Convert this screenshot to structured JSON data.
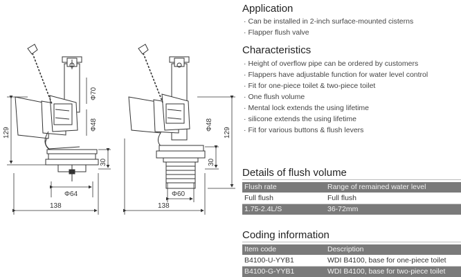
{
  "application": {
    "heading": "Application",
    "items": [
      "Can be installed in 2-inch surface-mounted cisterns",
      "Flapper flush valve"
    ]
  },
  "characteristics": {
    "heading": "Characteristics",
    "items": [
      "Height of overflow pipe can be ordered by customers",
      "Flappers have adjustable function for water level control",
      "Fit for one-piece toilet & two-piece toilet",
      "One flush volume",
      "Mental lock extends the using lifetime",
      "silicone extends the using lifetime",
      "Fit for various buttons & flush levers"
    ]
  },
  "flush_volume": {
    "heading": "Details of flush volume",
    "columns": [
      "Flush rate",
      "Range of remained water level"
    ],
    "rows": [
      [
        "Full flush",
        "Full flush"
      ],
      [
        "1.75-2.4L/S",
        "36-72mm"
      ]
    ]
  },
  "coding": {
    "heading": "Coding information",
    "columns": [
      "Item code",
      "Description"
    ],
    "rows": [
      [
        "B4100-U-YYB1",
        "WDI B4100, base for one-piece toilet"
      ],
      [
        "B4100-G-YYB1",
        "WDI B4100, base for two-piece toilet"
      ]
    ]
  },
  "drawing_left": {
    "d_pipe": "Φ70",
    "d_flapper": "Φ48",
    "height": "129",
    "base_h": "30",
    "d_base": "Φ64",
    "width": "138"
  },
  "drawing_right": {
    "d_flapper": "Φ48",
    "height": "129",
    "base_h": "30",
    "d_base": "Φ60",
    "width": "138"
  }
}
